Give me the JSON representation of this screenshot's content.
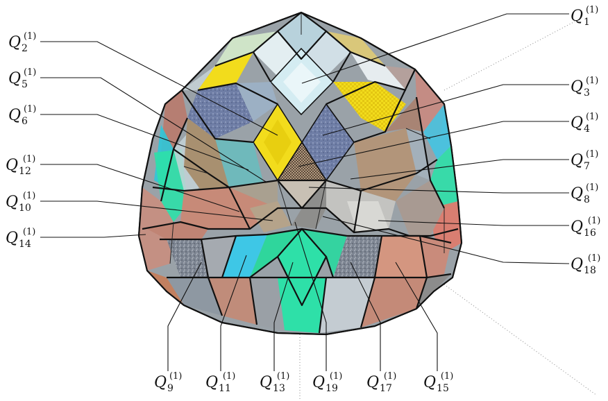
{
  "figure": {
    "labels": [
      {
        "id": "q1",
        "base": "Q",
        "sub": "1",
        "sup": "(1)"
      },
      {
        "id": "q2",
        "base": "Q",
        "sub": "2",
        "sup": "(1)"
      },
      {
        "id": "q3",
        "base": "Q",
        "sub": "3",
        "sup": "(1)"
      },
      {
        "id": "q4",
        "base": "Q",
        "sub": "4",
        "sup": "(1)"
      },
      {
        "id": "q5",
        "base": "Q",
        "sub": "5",
        "sup": "(1)"
      },
      {
        "id": "q6",
        "base": "Q",
        "sub": "6",
        "sup": "(1)"
      },
      {
        "id": "q7",
        "base": "Q",
        "sub": "7",
        "sup": "(1)"
      },
      {
        "id": "q8",
        "base": "Q",
        "sub": "8",
        "sup": "(1)"
      },
      {
        "id": "q9",
        "base": "Q",
        "sub": "9",
        "sup": "(1)"
      },
      {
        "id": "q10",
        "base": "Q",
        "sub": "10",
        "sup": "(1)"
      },
      {
        "id": "q11",
        "base": "Q",
        "sub": "11",
        "sup": "(1)"
      },
      {
        "id": "q12",
        "base": "Q",
        "sub": "12",
        "sup": "(1)"
      },
      {
        "id": "q13",
        "base": "Q",
        "sub": "13",
        "sup": "(1)"
      },
      {
        "id": "q14",
        "base": "Q",
        "sub": "14",
        "sup": "(1)"
      },
      {
        "id": "q15",
        "base": "Q",
        "sub": "15",
        "sup": "(1)"
      },
      {
        "id": "q16",
        "base": "Q",
        "sub": "16",
        "sup": "(1)"
      },
      {
        "id": "q17",
        "base": "Q",
        "sub": "17",
        "sup": "(1)"
      },
      {
        "id": "q18",
        "base": "Q",
        "sub": "18",
        "sup": "(1)"
      },
      {
        "id": "q19",
        "base": "Q",
        "sub": "19",
        "sup": "(1)"
      }
    ],
    "colors": {
      "yellow": "#f2dc1c",
      "teal": "#2ee0a8",
      "cyan": "#3ec7e6",
      "salmon": "#d98f78",
      "pale_blue": "#cfe6ee",
      "blue_grey": "#7f8fb0",
      "stone": "#8c8c8c",
      "tan": "#b49a7c",
      "green_tint": "#cfe4c8"
    }
  }
}
